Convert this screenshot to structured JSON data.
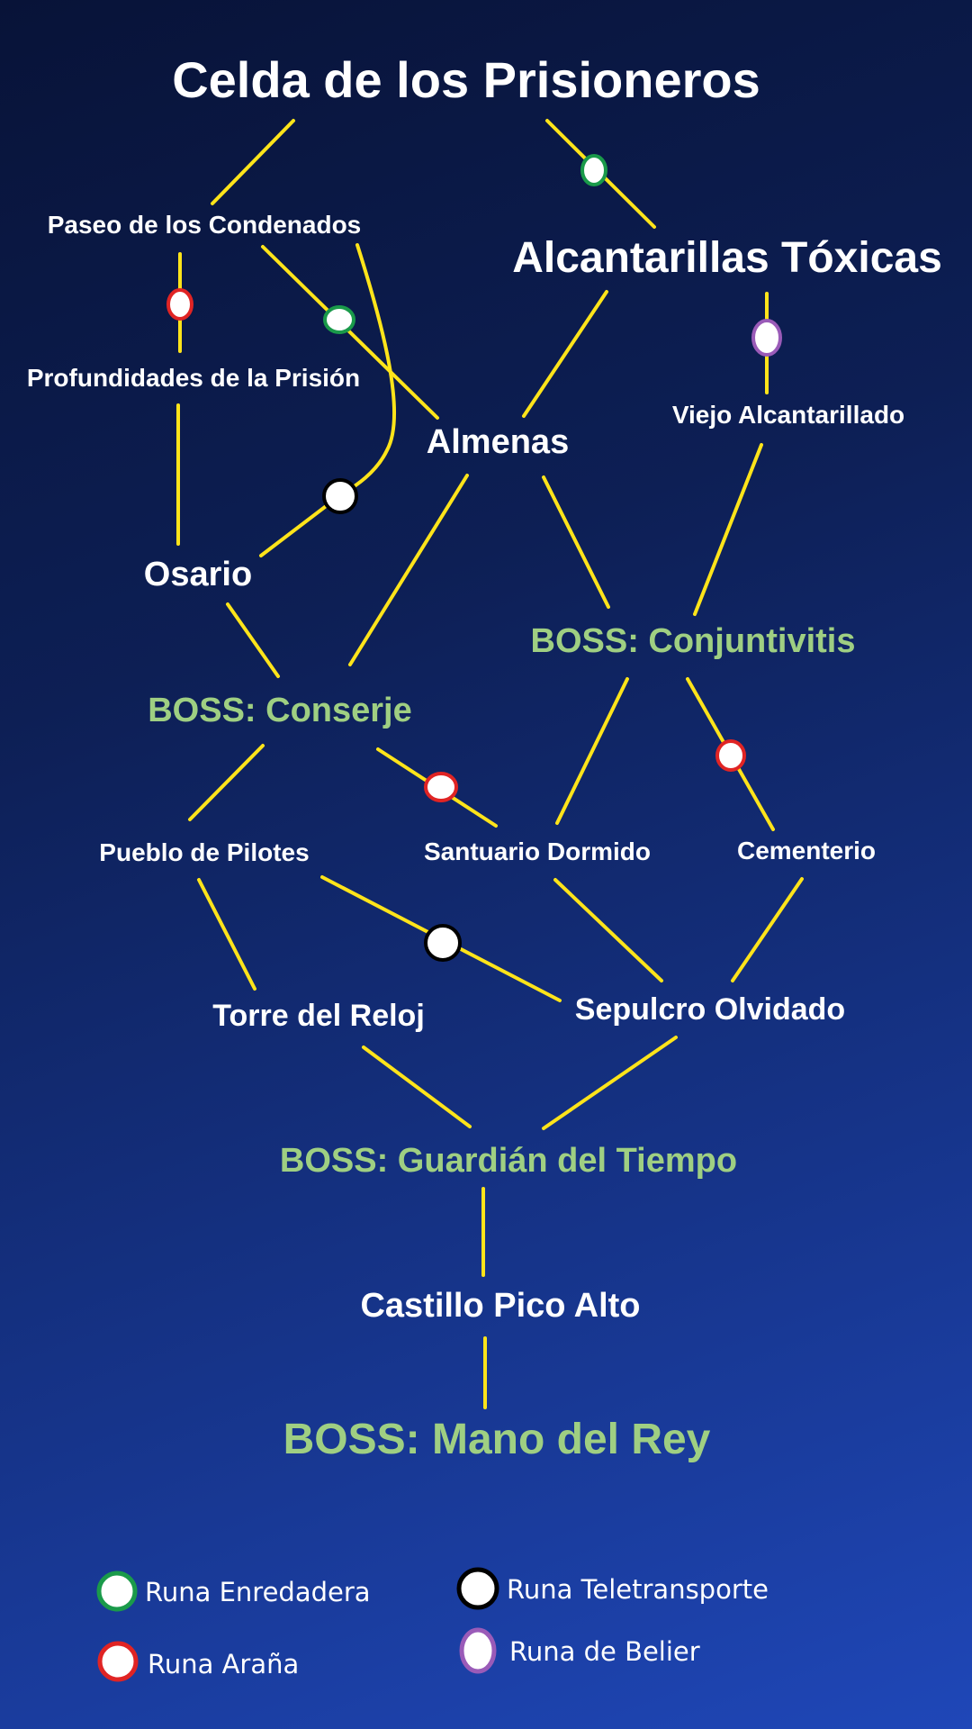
{
  "colors": {
    "edge": "#ffe41a",
    "zone_text": "#ffffff",
    "boss_text": "#9fcf82",
    "rune_fill": "#ffffff",
    "rune_vine": "#1a9a4a",
    "rune_spider": "#e02424",
    "rune_teleport": "#000000",
    "rune_ram": "#9a5bb8"
  },
  "nodes": {
    "prisoners_cell": "Celda de los Prisioneros",
    "promenade": "Paseo de los Condenados",
    "toxic_sewers": "Alcantarillas Tóxicas",
    "prison_depths": "Profundidades de la Prisión",
    "ramparts": "Almenas",
    "old_sewers": "Viejo Alcantarillado",
    "ossuary": "Osario",
    "boss_conjunctivius": "BOSS: Conjuntivitis",
    "boss_concierge": "BOSS: Conserje",
    "stilt_village": "Pueblo de Pilotes",
    "slumbering_sanctuary": "Santuario Dormido",
    "graveyard": "Cementerio",
    "clock_tower": "Torre del Reloj",
    "forgotten_sepulcher": "Sepulcro Olvidado",
    "boss_time_keeper": "BOSS: Guardián del Tiempo",
    "high_peak_castle": "Castillo Pico Alto",
    "boss_hand_of_king": "BOSS: Mano del Rey"
  },
  "legend": {
    "vine_rune": "Runa Enredadera",
    "spider_rune": "Runa Araña",
    "teleport_rune": "Runa Teletransporte",
    "ram_rune": "Runa de Belier"
  },
  "edges": [
    {
      "from": "prisoners_cell",
      "to": "promenade"
    },
    {
      "from": "prisoners_cell",
      "to": "toxic_sewers",
      "rune": "vine"
    },
    {
      "from": "promenade",
      "to": "prison_depths",
      "rune": "spider"
    },
    {
      "from": "promenade",
      "to": "ramparts",
      "rune": "vine"
    },
    {
      "from": "promenade",
      "to": "ossuary",
      "rune": "teleport"
    },
    {
      "from": "toxic_sewers",
      "to": "ramparts"
    },
    {
      "from": "toxic_sewers",
      "to": "old_sewers",
      "rune": "ram"
    },
    {
      "from": "prison_depths",
      "to": "ossuary"
    },
    {
      "from": "ramparts",
      "to": "boss_concierge"
    },
    {
      "from": "ramparts",
      "to": "boss_conjunctivius"
    },
    {
      "from": "old_sewers",
      "to": "boss_conjunctivius"
    },
    {
      "from": "ossuary",
      "to": "boss_concierge"
    },
    {
      "from": "boss_concierge",
      "to": "stilt_village"
    },
    {
      "from": "boss_concierge",
      "to": "slumbering_sanctuary",
      "rune": "spider"
    },
    {
      "from": "boss_conjunctivius",
      "to": "slumbering_sanctuary"
    },
    {
      "from": "boss_conjunctivius",
      "to": "graveyard",
      "rune": "spider"
    },
    {
      "from": "stilt_village",
      "to": "clock_tower"
    },
    {
      "from": "stilt_village",
      "to": "forgotten_sepulcher",
      "rune": "teleport"
    },
    {
      "from": "slumbering_sanctuary",
      "to": "forgotten_sepulcher"
    },
    {
      "from": "graveyard",
      "to": "forgotten_sepulcher"
    },
    {
      "from": "clock_tower",
      "to": "boss_time_keeper"
    },
    {
      "from": "forgotten_sepulcher",
      "to": "boss_time_keeper"
    },
    {
      "from": "boss_time_keeper",
      "to": "high_peak_castle"
    },
    {
      "from": "high_peak_castle",
      "to": "boss_hand_of_king"
    }
  ]
}
